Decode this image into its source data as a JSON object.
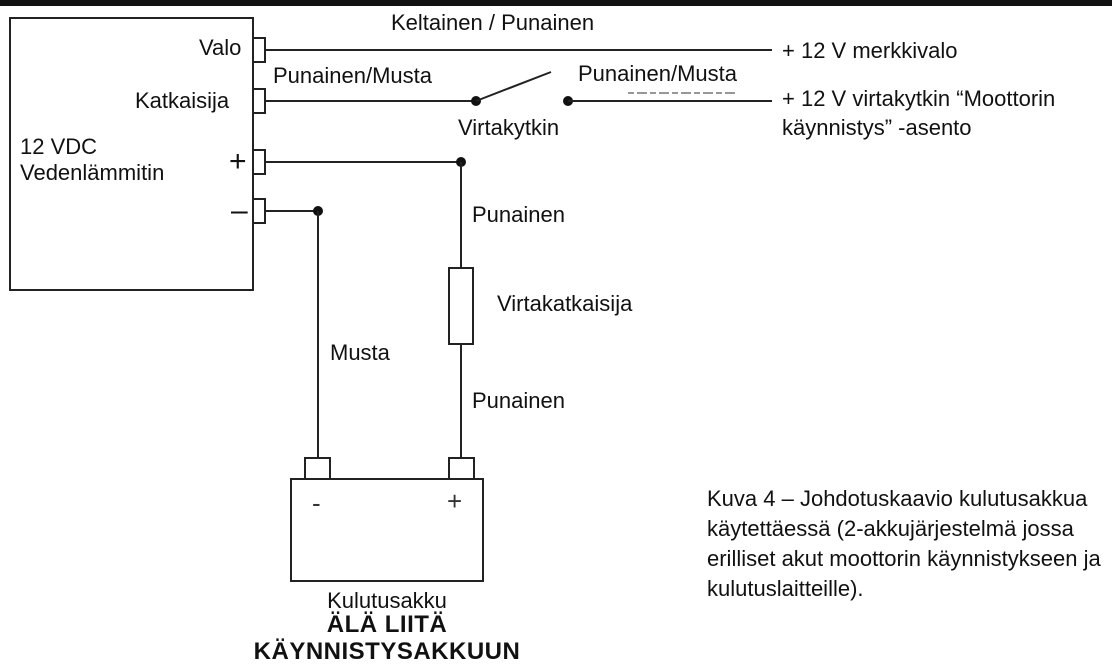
{
  "heater": {
    "name_line1": "12 VDC",
    "name_line2": "Vedenlämmitin",
    "terminal_valo": "Valo",
    "terminal_katkaisija": "Katkaisija",
    "terminal_plus": "+",
    "terminal_minus": "–"
  },
  "wires": {
    "valo_wire": "Keltainen / Punainen",
    "switch_wire_left": "Punainen/Musta",
    "switch_wire_right": "Punainen/Musta",
    "switch_name": "Virtakytkin",
    "plus_wire_upper": "Punainen",
    "breaker": "Virtakatkaisija",
    "plus_wire_lower": "Punainen",
    "minus_wire": "Musta"
  },
  "destinations": {
    "marker_light": "+ 12 V merkkivalo",
    "ignition_line1": "+ 12 V virtakytkin “Moottorin",
    "ignition_line2": "käynnistys” -asento"
  },
  "battery": {
    "minus_symbol": "-",
    "plus_symbol": "+",
    "name": "Kulutusakku",
    "warning_line1": "ÄLÄ LIITÄ",
    "warning_line2": "KÄYNNISTYSAKKUUN"
  },
  "caption": {
    "line1": "Kuva 4 – Johdotuskaavio kulutusakkua",
    "line2": "käytettäessä (2-akkujärjestelmä jossa",
    "line3": "erilliset akut moottorin käynnistykseen ja",
    "line4": "kulutuslaitteille)."
  }
}
